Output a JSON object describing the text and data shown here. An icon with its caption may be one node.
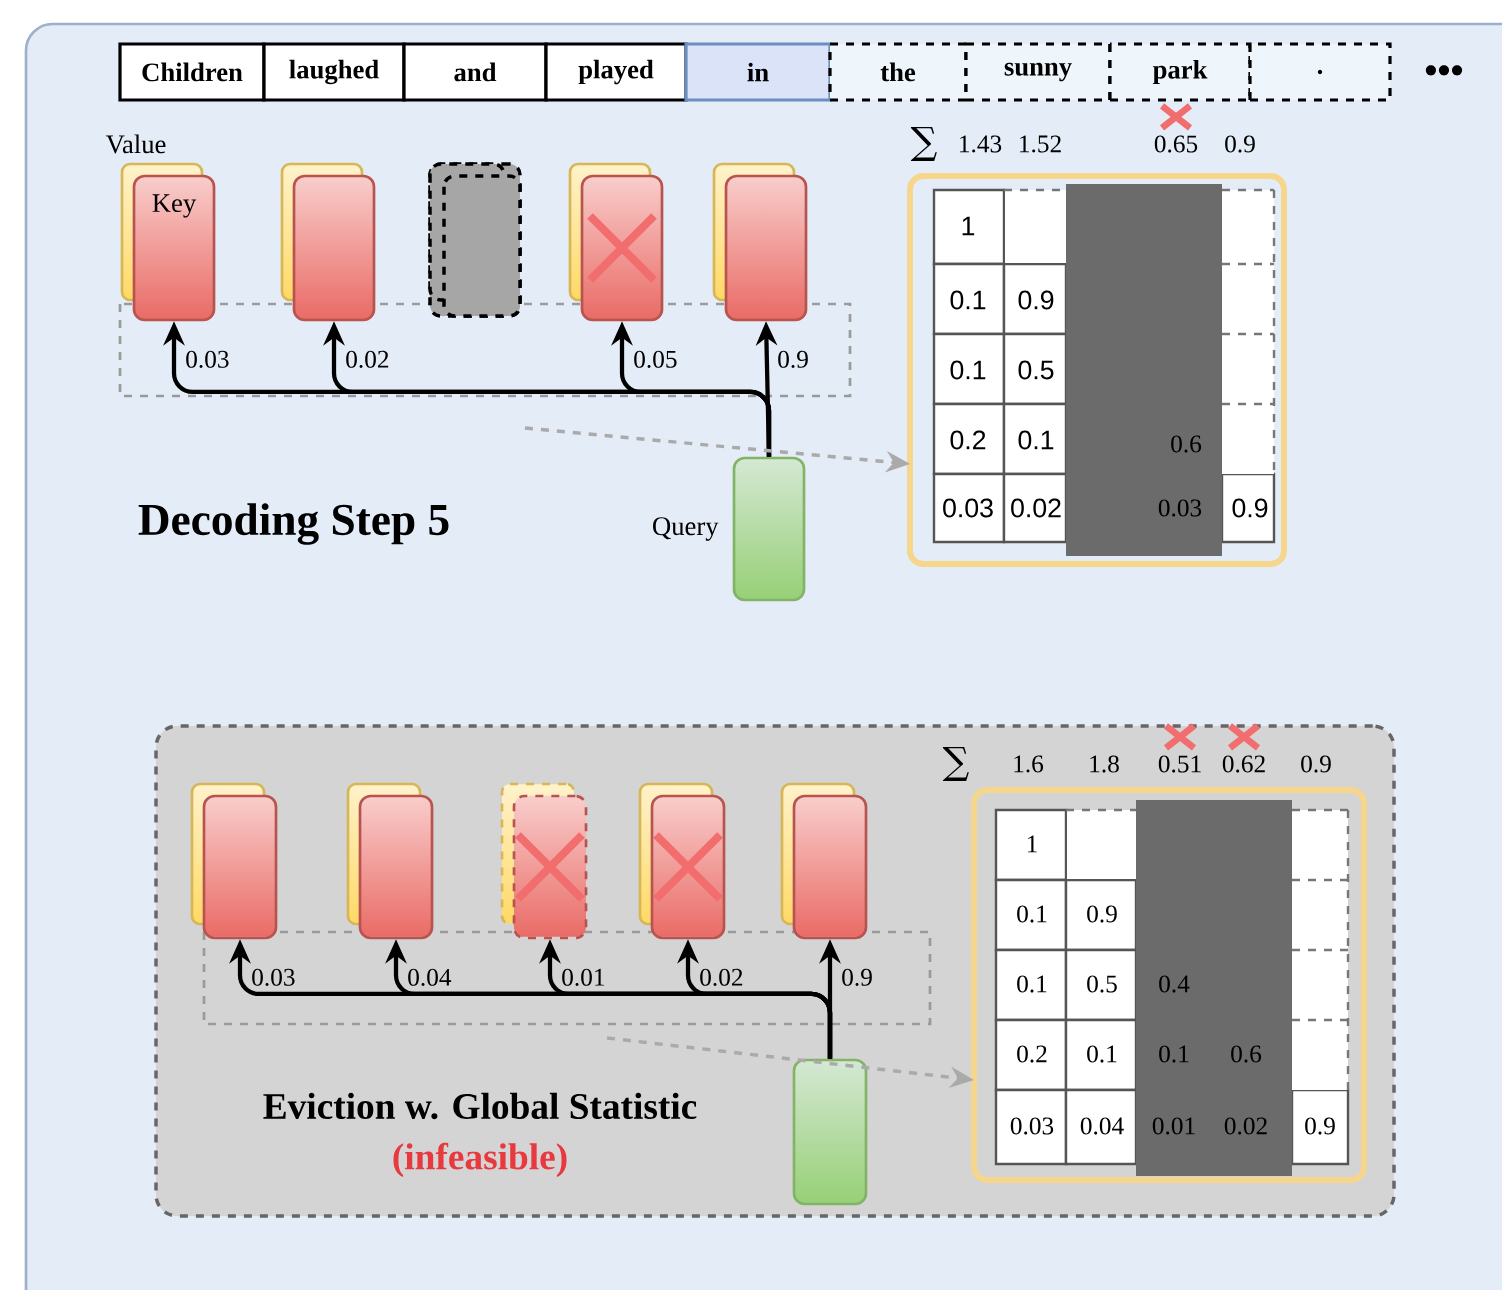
{
  "diagram": {
    "nodes": [
      {
        "text": [
          "Children"
        ]
      },
      {
        "text": [
          "laughed"
        ]
      },
      {
        "text": [
          "and"
        ]
      },
      {
        "text": [
          "played"
        ]
      },
      {
        "text": [
          "in"
        ]
      },
      {
        "text": [
          "the"
        ]
      },
      {
        "text": [
          "sunny"
        ]
      },
      {
        "text": [
          "park"
        ]
      },
      {
        "text": [
          "."
        ]
      },
      {
        "text": [],
        "shape": "box"
      },
      {
        "text": [],
        "shape": "box"
      },
      {
        "text": [],
        "shape": "box"
      },
      {
        "text": [],
        "shape": "box"
      },
      {
        "text": [],
        "shape": "box"
      },
      {
        "text": [],
        "shape": "box"
      },
      {
        "text": [],
        "shape": "box"
      },
      {
        "text": [],
        "shape": "box"
      },
      {
        "text": [],
        "shape": "box"
      },
      {
        "text": [
          "Query"
        ]
      },
      {
        "text": [],
        "shape": "box"
      },
      {
        "text": [
          "Eviction w. Global Statistic",
          "(infeasible)"
        ]
      },
      {
        "text": [],
        "shape": "box",
        "in": 20
      },
      {
        "text": [],
        "shape": "box",
        "in": 20
      },
      {
        "text": [],
        "shape": "box",
        "in": 20
      },
      {
        "text": [],
        "shape": "box",
        "in": 20
      },
      {
        "text": [],
        "shape": "box",
        "in": 20
      },
      {
        "text": [],
        "shape": "box",
        "in": 20
      },
      {
        "text": [],
        "shape": "box",
        "in": 20
      },
      {
        "text": [],
        "shape": "box",
        "in": 20
      },
      {
        "text": [],
        "shape": "box",
        "in": 20
      },
      {
        "text": [],
        "shape": "box",
        "in": 20
      },
      {
        "text": [],
        "shape": "box",
        "in": 20
      },
      {
        "text": [],
        "shape": "box",
        "in": 20
      }
    ],
    "edges": [
      {
        "from": 18,
        "to": 10,
        "arrow": "to",
        "label": "0.03"
      },
      {
        "from": 18,
        "to": 12,
        "arrow": "to",
        "label": "0.02"
      },
      {
        "from": 18,
        "to": 15,
        "arrow": "to",
        "label": "0.05"
      },
      {
        "from": 18,
        "to": 17,
        "arrow": "to",
        "label": "0.9"
      },
      {
        "from": null,
        "to": 19,
        "arrow": "to",
        "style": "dashed",
        "color": "#aaaaaa"
      },
      {
        "from": 31,
        "to": 22,
        "arrow": "to",
        "label": "0.03"
      },
      {
        "from": 31,
        "to": 24,
        "arrow": "to",
        "label": "0.04"
      },
      {
        "from": 31,
        "to": 26,
        "arrow": "to",
        "label": "0.01"
      },
      {
        "from": 31,
        "to": 28,
        "arrow": "to",
        "label": "0.02"
      },
      {
        "from": 31,
        "to": 30,
        "arrow": "to",
        "label": "0.9"
      },
      {
        "from": null,
        "to": 32,
        "arrow": "to",
        "style": "dashed",
        "color": "#aaaaaa"
      }
    ],
    "labels": [
      "•••",
      "Value",
      "Key",
      "∑",
      "1.43",
      "1.52",
      "0.65",
      "0.9",
      "1",
      "0.1",
      "0.9",
      "0.1",
      "0.5",
      "0.2",
      "0.1",
      "0.6",
      "0.03",
      "0.02",
      "0.03",
      "0.9",
      "Decoding Step 5",
      "∑",
      "1.6",
      "1.8",
      "0.51",
      "0.62",
      "0.9",
      "1",
      "0.1",
      "0.9",
      "0.1",
      "0.5",
      "0.4",
      "0.2",
      "0.1",
      "0.1",
      "0.6",
      "0.03",
      "0.04",
      "0.01",
      "0.02",
      "0.9"
    ]
  }
}
